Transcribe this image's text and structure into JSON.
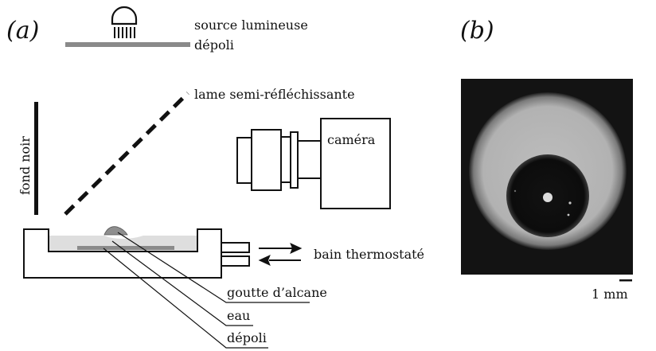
{
  "figure": {
    "panel_a_label": "(a)",
    "panel_b_label": "(b)",
    "labels": {
      "source": "source lumineuse",
      "depoli_top": "dépoli",
      "lame": "lame semi-réfléchissante",
      "fond": "fond noir",
      "camera": "caméra",
      "bain": "bain thermostaté",
      "goutte": "goutte d’alcane",
      "eau": "eau",
      "depoli_bottom": "dépoli"
    },
    "scale_bar": "1 mm"
  },
  "colors": {
    "ink": "#111111",
    "depoli_grey": "#8a8a8a",
    "water": "#dedede",
    "drop": "#8e8e8e",
    "photo_bg": "#131313",
    "photo_halo": "#b4b4b4",
    "photo_drop": "#0c0c0c"
  }
}
